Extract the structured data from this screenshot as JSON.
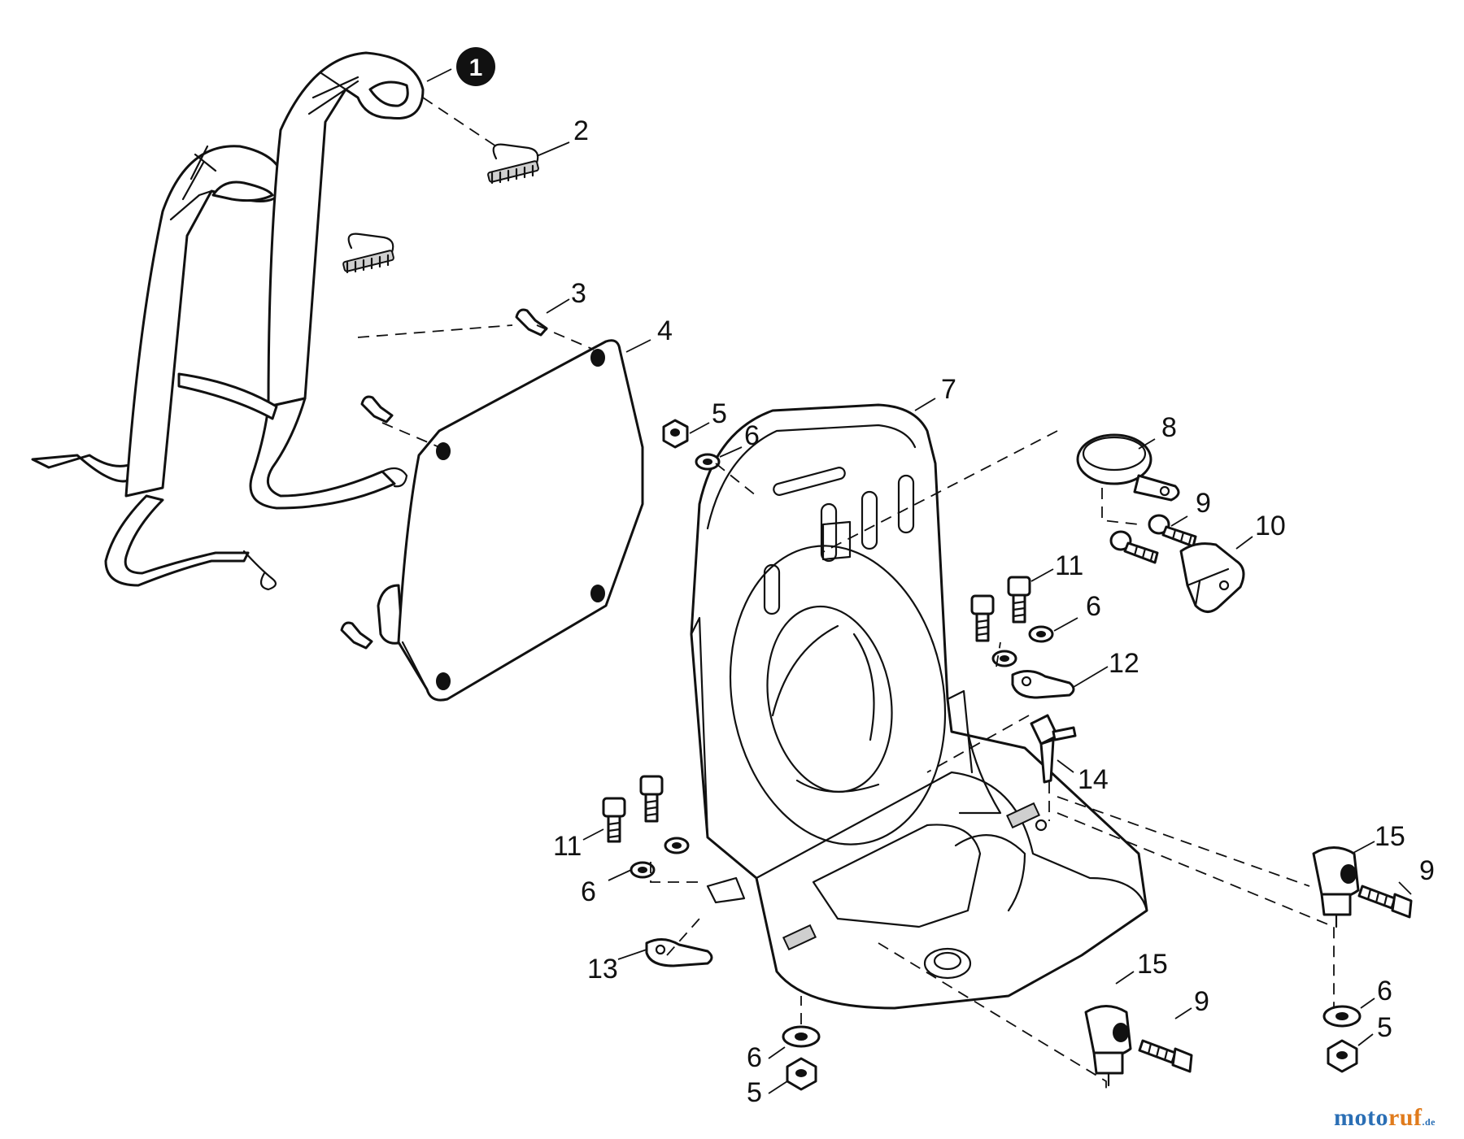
{
  "diagram": {
    "highlighted_callout": "1",
    "callouts": {
      "c2": "2",
      "c3": "3",
      "c4": "4",
      "c5a": "5",
      "c6a": "6",
      "c7": "7",
      "c8": "8",
      "c9a": "9",
      "c10": "10",
      "c11a": "11",
      "c6b": "6",
      "c12": "12",
      "c14": "14",
      "c11b": "11",
      "c6c": "6",
      "c13": "13",
      "c15a": "15",
      "c9b": "9",
      "c15b": "15",
      "c9c": "9",
      "c6d": "6",
      "c5b": "5",
      "c6e": "6",
      "c5c": "5"
    }
  },
  "watermark": {
    "part1": "moto",
    "part2": "ruf",
    "tld": ".de"
  }
}
